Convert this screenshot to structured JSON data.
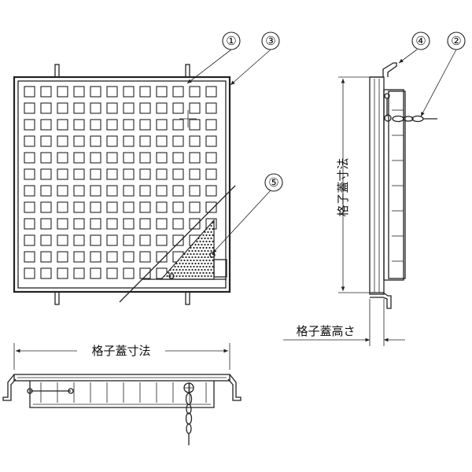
{
  "dimensions": {
    "grating_size_label": "格子蓋寸法",
    "grating_height_label": "格子蓋高さ"
  },
  "callouts": [
    {
      "label": "①"
    },
    {
      "label": "③"
    },
    {
      "label": "④"
    },
    {
      "label": "②"
    },
    {
      "label": "⑤"
    }
  ]
}
